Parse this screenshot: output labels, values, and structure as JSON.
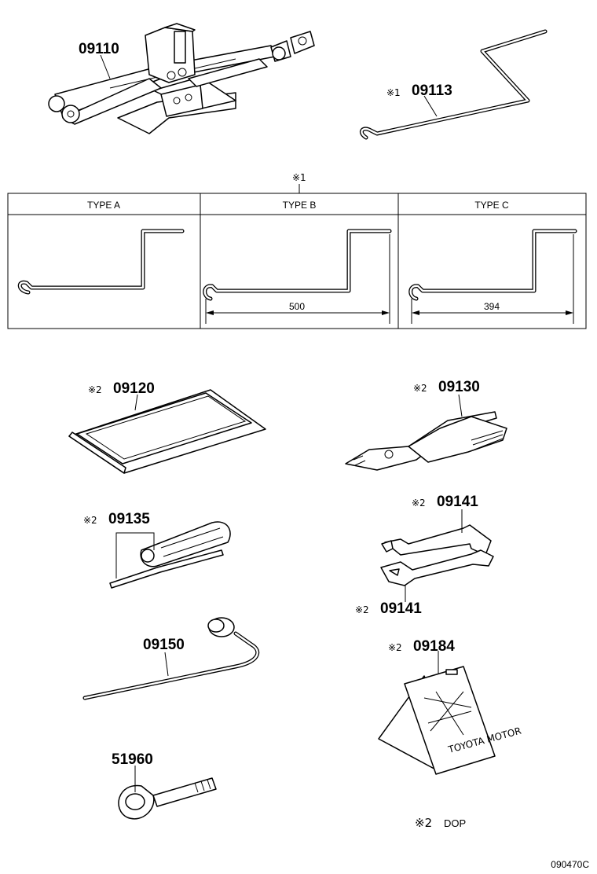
{
  "parts": {
    "jack": {
      "number": "09110"
    },
    "handle": {
      "marker": "※1",
      "number": "09113"
    },
    "tool_bag": {
      "marker": "※2",
      "number": "09120"
    },
    "pliers": {
      "marker": "※2",
      "number": "09130"
    },
    "screwdriver": {
      "marker": "※2",
      "number": "09135"
    },
    "wrench_upper": {
      "marker": "※2",
      "number": "09141"
    },
    "wrench_lower": {
      "marker": "※2",
      "number": "09141"
    },
    "lug_wrench": {
      "number": "09150"
    },
    "wheel_chock": {
      "marker": "※2",
      "number": "09184",
      "imprint": "TOYOTA MOTOR"
    },
    "towing_eye": {
      "number": "51960"
    }
  },
  "type_table": {
    "marker": "※1",
    "columns": [
      {
        "header": "TYPE A",
        "dimension": ""
      },
      {
        "header": "TYPE B",
        "dimension": "500"
      },
      {
        "header": "TYPE C",
        "dimension": "394"
      }
    ]
  },
  "footnote": {
    "marker": "※2",
    "text": "DOP"
  },
  "drawing_code": "090470C"
}
